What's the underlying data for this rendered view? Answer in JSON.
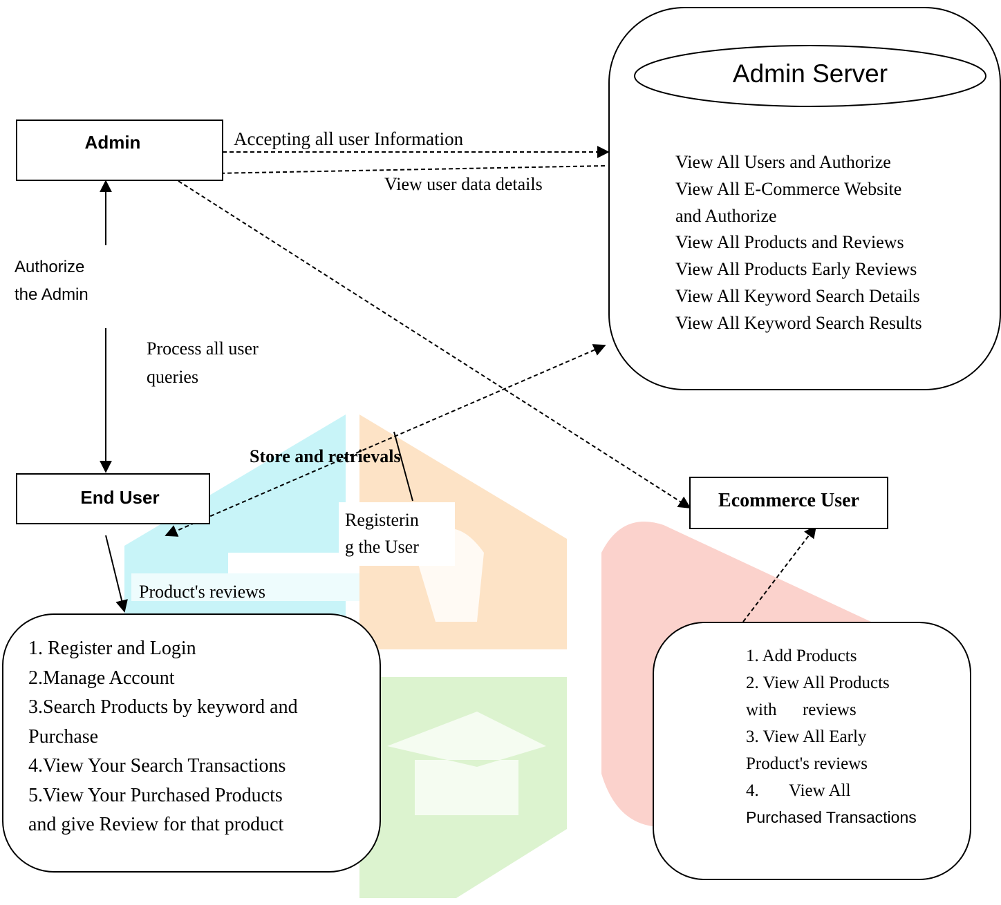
{
  "nodes": {
    "admin": {
      "label": "Admin"
    },
    "end_user": {
      "label": "End User"
    },
    "ecommerce_user": {
      "label": "Ecommerce User"
    },
    "admin_server": {
      "title": "Admin Server",
      "items": [
        "View All Users and Authorize",
        "View All E-Commerce Website",
        "and Authorize",
        "View All Products and Reviews",
        "View All Products Early Reviews",
        "View All Keyword Search Details",
        "View All Keyword Search Results"
      ]
    },
    "end_user_functions": {
      "items": [
        "1. Register and Login",
        "2.Manage Account",
        "3.Search Products by keyword and",
        "Purchase",
        "4.View Your Search Transactions",
        "5.View Your Purchased Products",
        "and give Review for that product"
      ]
    },
    "ecommerce_functions": {
      "items": [
        "1. Add Products",
        "2. View All Products",
        "with      reviews",
        "3. View All Early",
        "Product's reviews",
        "4.       View All",
        "Purchased Transactions"
      ]
    }
  },
  "edges": {
    "accepting": "Accepting all user Information",
    "view_user_data": "View user data details",
    "authorize_line1": "Authorize",
    "authorize_line2": "the Admin",
    "process_line1": "Process all user",
    "process_line2": "queries",
    "store": "Store and retrievals",
    "registering_line1": "Registerin",
    "registering_line2": "g the User",
    "product_reviews": "Product's reviews"
  },
  "colors": {
    "stroke": "#000000",
    "watermark_cyan": "#c8f4f8",
    "watermark_orange": "#fde3c6",
    "watermark_green": "#dcf3cf",
    "watermark_red": "#fbd2cc"
  }
}
